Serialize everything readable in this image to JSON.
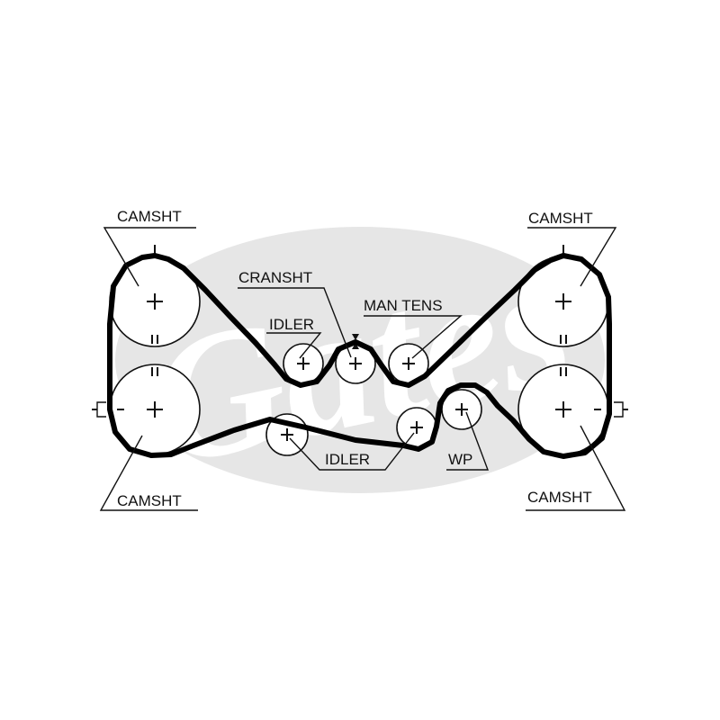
{
  "labels": {
    "camsht_top_left": "CAMSHT",
    "camsht_top_right": "CAMSHT",
    "camsht_bottom_left": "CAMSHT",
    "camsht_bottom_right": "CAMSHT",
    "cransht": "CRANSHT",
    "idler_upper": "IDLER",
    "man_tens": "MAN TENS",
    "idler_lower": "IDLER",
    "wp": "WP"
  },
  "logo": {
    "brand_text": "Gates",
    "registered_mark": "®",
    "color": "#e6e6e6"
  },
  "colors": {
    "belt": "#000000",
    "line": "#111111",
    "background": "#ffffff"
  }
}
